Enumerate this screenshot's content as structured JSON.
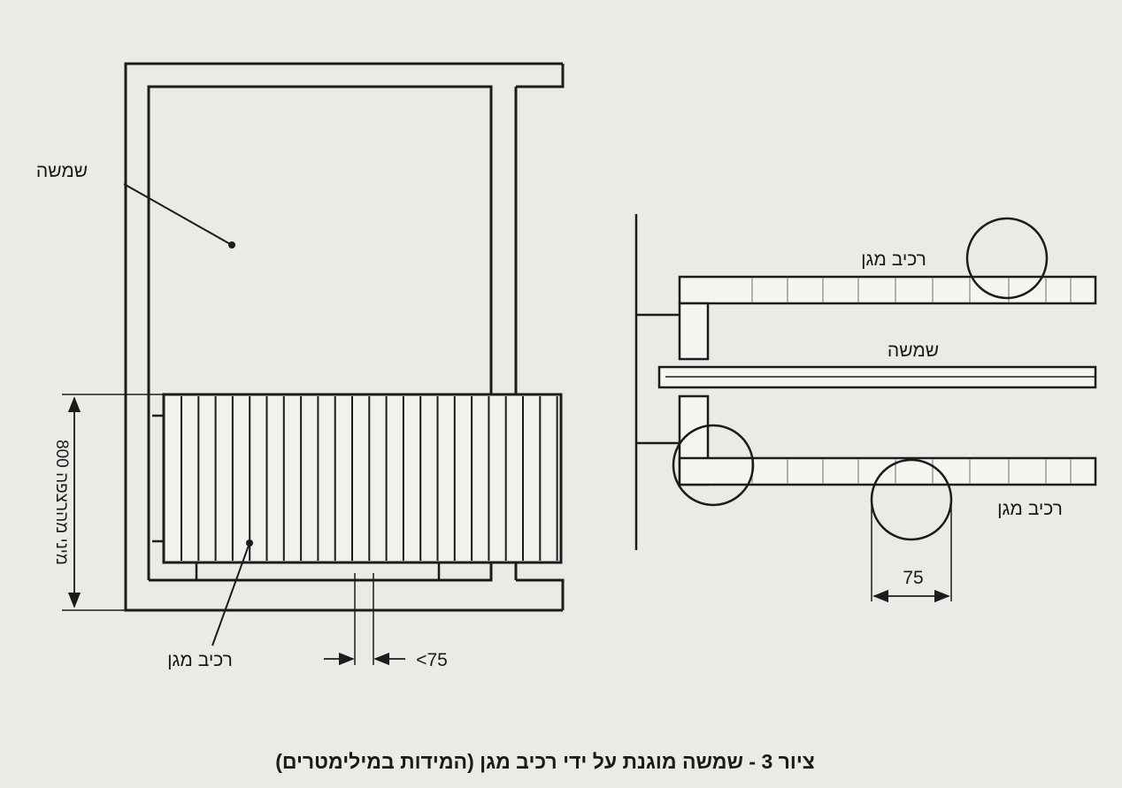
{
  "labels": {
    "left_pane": "שמשה",
    "left_guard": "רכיב מגן",
    "left_height": "800 מיני מהרצפה",
    "left_gap": "<75",
    "right_pane": "שמשה",
    "right_guard_top": "רכיב מגן",
    "right_guard_bottom": "רכיב מגן",
    "right_dim": "75"
  },
  "caption": "ציור 3 - שמשה מוגנת על ידי רכיב מגן (המידות במילימטרים)",
  "colors": {
    "ink": "#1c1c1c",
    "paper": "#eceae6"
  }
}
